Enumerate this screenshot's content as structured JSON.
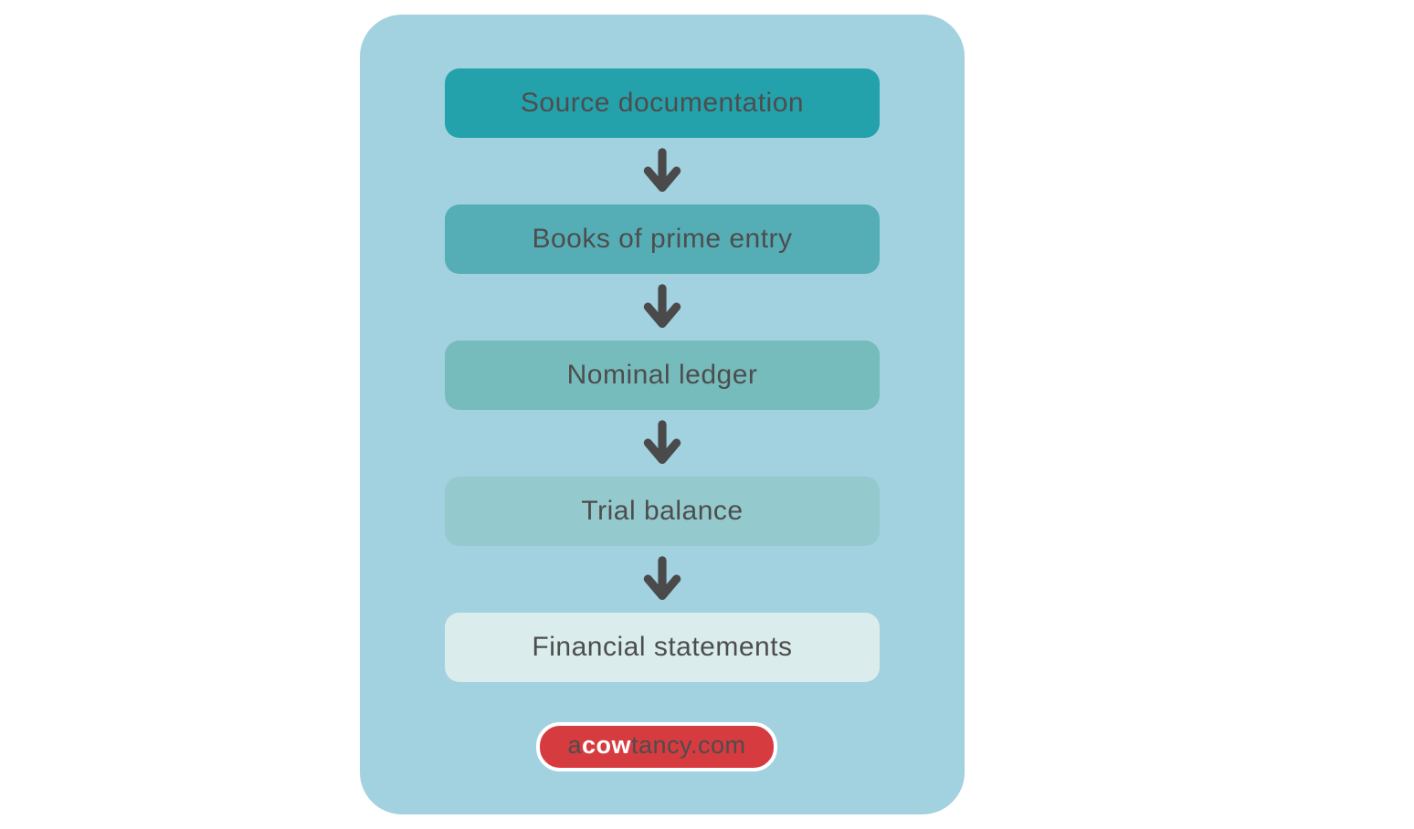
{
  "page_bg": "#ffffff",
  "panel": {
    "bg_color": "#a2d1e0"
  },
  "text_color": "#4d4d4d",
  "arrow": {
    "icon": "down-arrow",
    "color": "#4a4a4a"
  },
  "steps": [
    {
      "label": "Source documentation",
      "color": "#23a2ab"
    },
    {
      "label": "Books of prime entry",
      "color": "#55aeb6"
    },
    {
      "label": "Nominal ledger",
      "color": "#76bcbc"
    },
    {
      "label": "Trial balance",
      "color": "#94c9ce"
    },
    {
      "label": "Financial statements",
      "color": "#daecec"
    }
  ],
  "logo": {
    "prefix": "a",
    "highlight": "cow",
    "suffix": "tancy.com",
    "bg_color": "#d63b40",
    "border_color": "#ffffff",
    "prefix_color": "#4d4d4d",
    "highlight_color": "#ffffff",
    "suffix_color": "#4d4d4d"
  }
}
